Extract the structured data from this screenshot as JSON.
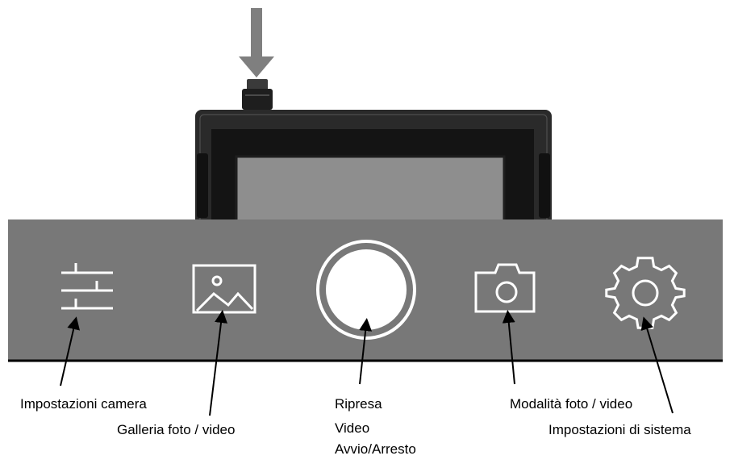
{
  "colors": {
    "bar": "#787878",
    "bar_bottom_edge": "#000000",
    "icon": "#ffffff",
    "device_body": "#2a2a2a",
    "device_inner": "#141414",
    "screen": "#8e8e8e",
    "arrow": "#7f7f7f",
    "callout_line": "#000000"
  },
  "toolbar": {
    "icons": [
      {
        "id": "camera-settings",
        "icon": "sliders-icon"
      },
      {
        "id": "gallery",
        "icon": "image-icon"
      },
      {
        "id": "record",
        "icon": "record-circle-icon"
      },
      {
        "id": "mode",
        "icon": "camera-icon"
      },
      {
        "id": "system-settings",
        "icon": "gear-icon"
      }
    ]
  },
  "labels": {
    "camera_settings": "Impostazioni camera",
    "gallery": "Galleria foto / video",
    "record_line1": "Ripresa",
    "record_line2": "Video",
    "record_line3": "Avvio/Arresto",
    "mode": "Modalità foto / video",
    "system_settings": "Impostazioni di sistema"
  }
}
